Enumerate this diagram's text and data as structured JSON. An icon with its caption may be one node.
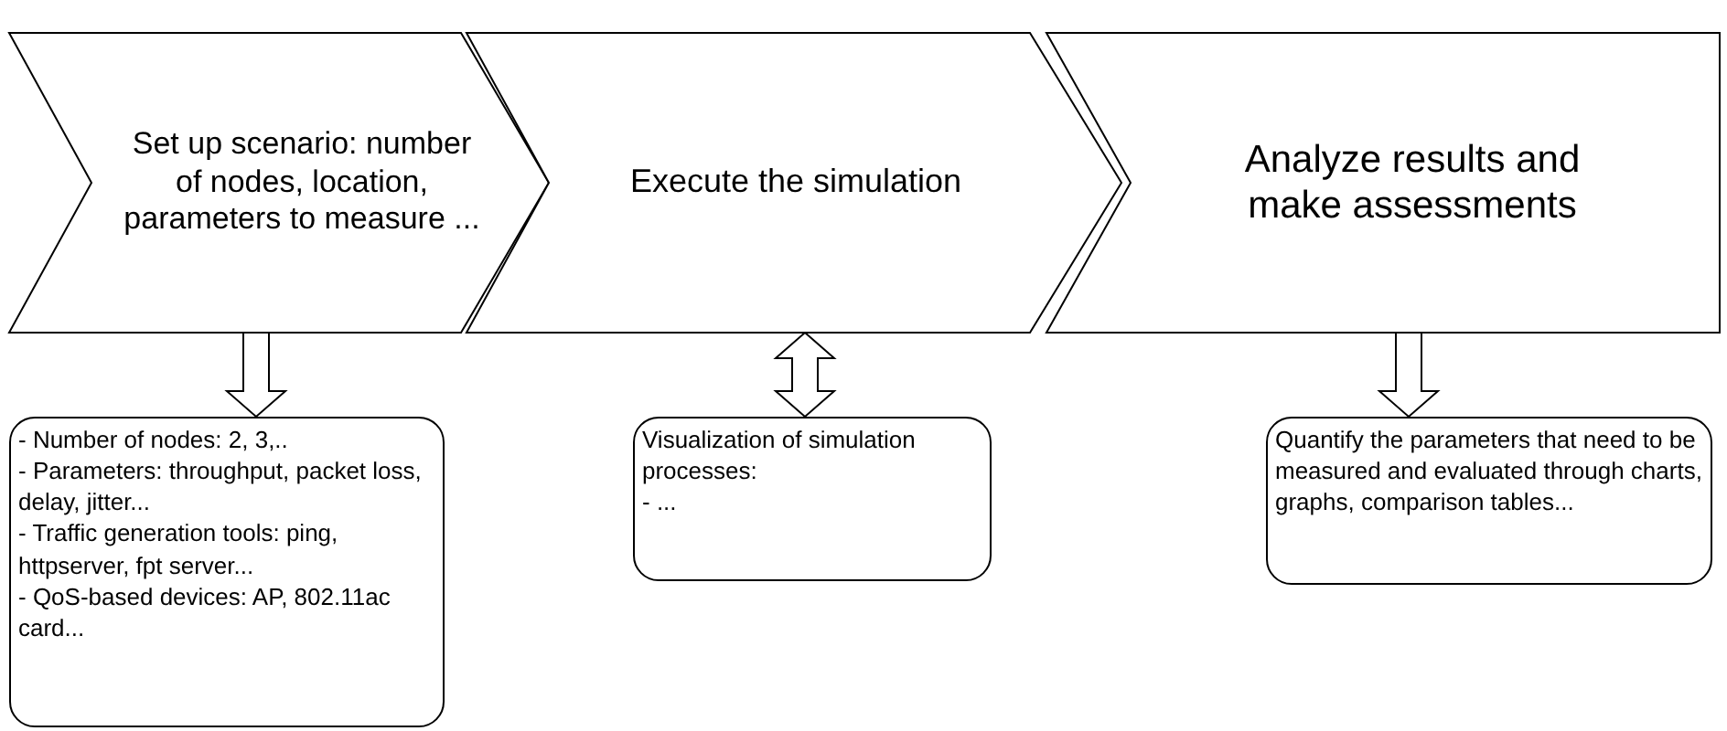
{
  "diagram": {
    "nodes": [
      {
        "text": [
          "Set up scenario: number of nodes, location, parameters to measure ..."
        ]
      },
      {
        "text": [
          "Execute the simulation"
        ]
      },
      {
        "text": [
          "Analyze results and make assessments"
        ]
      },
      {
        "text": [
          "- Number of nodes: 2, 3,..",
          "- Parameters: throughput, packet loss, delay, jitter...",
          "- Traffic generation tools: ping, httpserver, fpt server...",
          "- QoS-based devices: AP, 802.11ac card..."
        ]
      },
      {
        "text": [
          "Visualization of simulation processes:",
          "- ..."
        ]
      },
      {
        "text": [
          "Quantify the parameters that need to be measured and evaluated through charts, graphs, comparison tables..."
        ]
      }
    ],
    "edges": [
      {
        "from": 0,
        "to": 3,
        "arrow": "to"
      },
      {
        "from": 1,
        "to": 4,
        "arrow": "both"
      },
      {
        "from": 2,
        "to": 5,
        "arrow": "to"
      }
    ]
  }
}
